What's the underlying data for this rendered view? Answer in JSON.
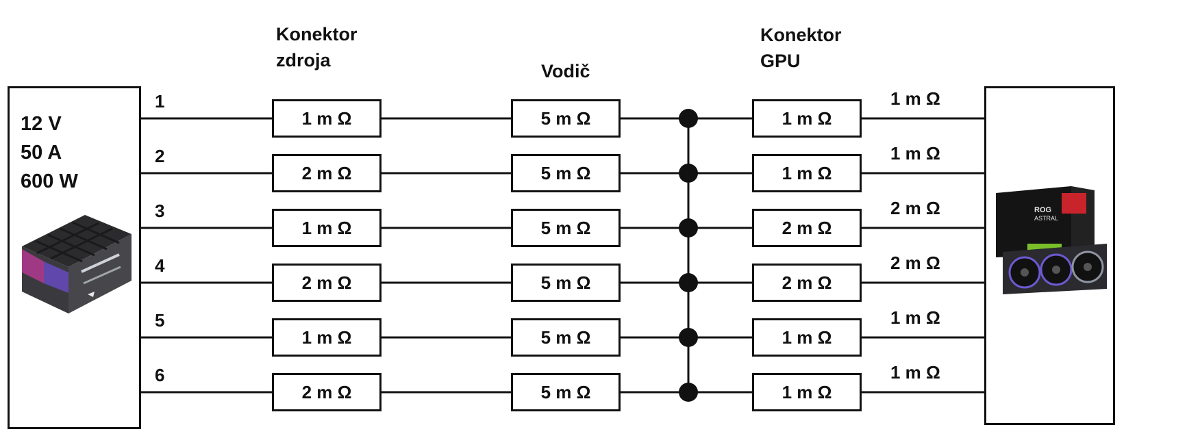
{
  "headers": {
    "psu_connector": [
      "Konektor",
      "zdroja"
    ],
    "wire": "Vodič",
    "gpu_connector": [
      "Konektor",
      "GPU"
    ]
  },
  "psu": {
    "specs": [
      "12 V",
      "50 A",
      "600 W"
    ],
    "image": "psu-image"
  },
  "gpu": {
    "image": "gpu-card-image"
  },
  "lines": [
    {
      "id": "1",
      "psu_connector": "1 m Ω",
      "wire": "5 m Ω",
      "gpu_connector": "1 m Ω",
      "gpu_pin": "1 m Ω"
    },
    {
      "id": "2",
      "psu_connector": "2 m Ω",
      "wire": "5 m Ω",
      "gpu_connector": "1 m Ω",
      "gpu_pin": "1 m Ω"
    },
    {
      "id": "3",
      "psu_connector": "1 m Ω",
      "wire": "5 m Ω",
      "gpu_connector": "2 m Ω",
      "gpu_pin": "2 m Ω"
    },
    {
      "id": "4",
      "psu_connector": "2 m Ω",
      "wire": "5 m Ω",
      "gpu_connector": "2 m Ω",
      "gpu_pin": "2 m Ω"
    },
    {
      "id": "5",
      "psu_connector": "1 m Ω",
      "wire": "5 m Ω",
      "gpu_connector": "1 m Ω",
      "gpu_pin": "1 m Ω"
    },
    {
      "id": "6",
      "psu_connector": "2 m Ω",
      "wire": "5 m Ω",
      "gpu_connector": "1 m Ω",
      "gpu_pin": "1 m Ω"
    }
  ],
  "colors": {
    "ink": "#111111",
    "background": "#ffffff"
  }
}
